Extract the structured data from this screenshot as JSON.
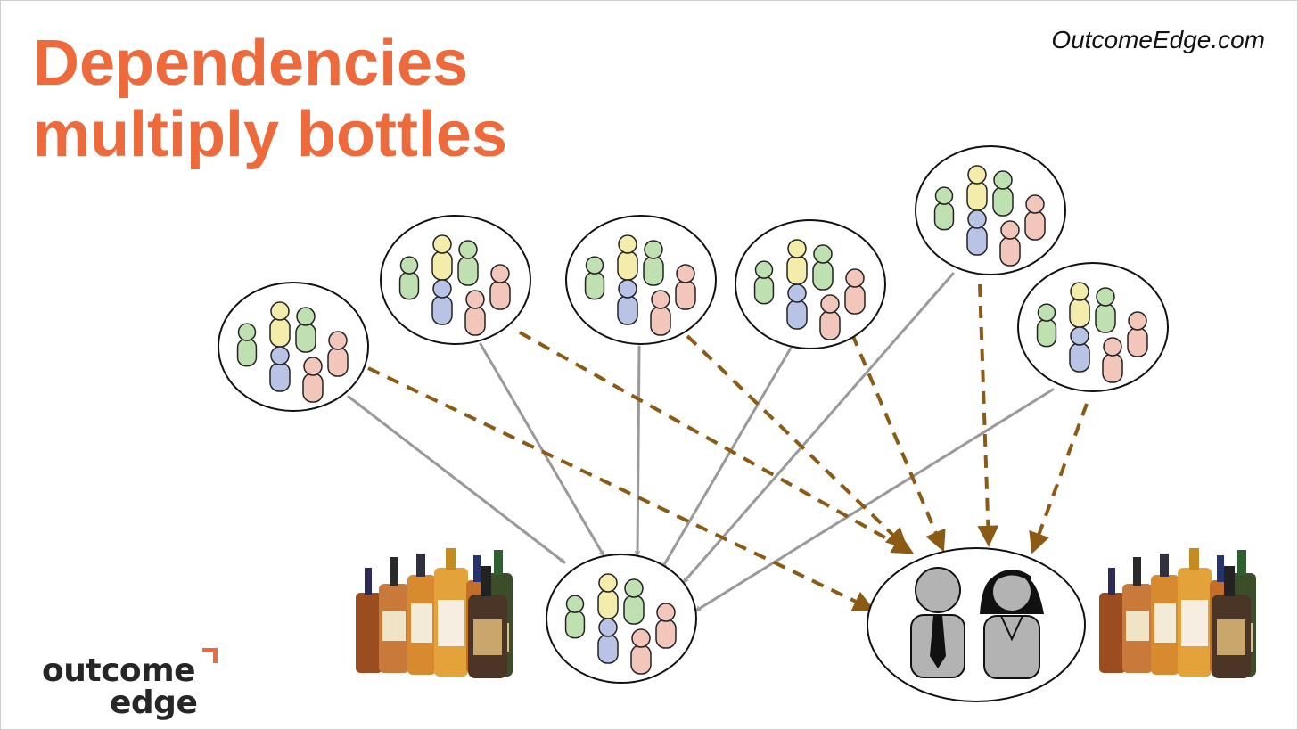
{
  "title": {
    "line1": "Dependencies",
    "line2": "multiply bottles"
  },
  "site": "OutcomeEdge.com",
  "logo": {
    "line1": "outcome",
    "line2": "edge"
  },
  "colors": {
    "title": "#ec6a3b",
    "people": [
      "#bfe0b1",
      "#f3ecaa",
      "#bfe0b1",
      "#b9c3e6",
      "#f2c6bb",
      "#f2c6bb"
    ],
    "dependency_arrow": "#8b5a14",
    "communication_arrow": "#9a9a9a",
    "manager": "#b3b3b3"
  },
  "icons": [
    "person-icon",
    "businessman-icon",
    "businesswoman-icon",
    "bottles-icon",
    "corner-bracket-icon"
  ]
}
